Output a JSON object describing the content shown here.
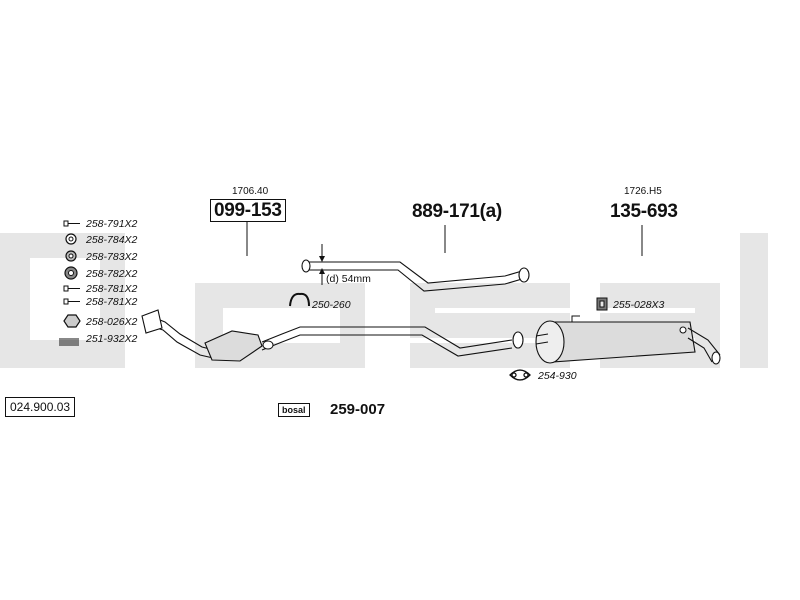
{
  "reference": "024.900.03",
  "watermark": "bosal",
  "colors": {
    "watermark": "#e6e6e6",
    "line": "#111111",
    "part_fill": "#dcdcdc"
  },
  "front_pipe": {
    "header": "1706.40",
    "part": "099-153"
  },
  "middle_pipe": {
    "header": "",
    "part": "889-171(a)",
    "dimension": "(d) 54mm"
  },
  "rear_silencer": {
    "header": "1726.H5",
    "part": "135-693"
  },
  "hardware": [
    {
      "code": "258-791X2",
      "icon": "bolt-icon"
    },
    {
      "code": "258-784X2",
      "icon": "washer-icon"
    },
    {
      "code": "258-783X2",
      "icon": "spring-washer-icon"
    },
    {
      "code": "258-782X2",
      "icon": "nut-icon"
    },
    {
      "code": "258-781X2",
      "icon": "bolt-icon"
    },
    {
      "code": "258-781X2",
      "icon": "bolt-icon"
    },
    {
      "code": "258-026X2",
      "icon": "hex-nut-icon"
    },
    {
      "code": "251-932X2",
      "icon": "spring-icon"
    }
  ],
  "clamps": [
    {
      "code": "250-260",
      "icon": "clamp-icon"
    },
    {
      "code": "255-028X3",
      "icon": "rubber-mount-icon"
    },
    {
      "code": "254-930",
      "icon": "clamp-icon"
    }
  ],
  "kit": {
    "brand": "bosal",
    "code": "259-007"
  }
}
